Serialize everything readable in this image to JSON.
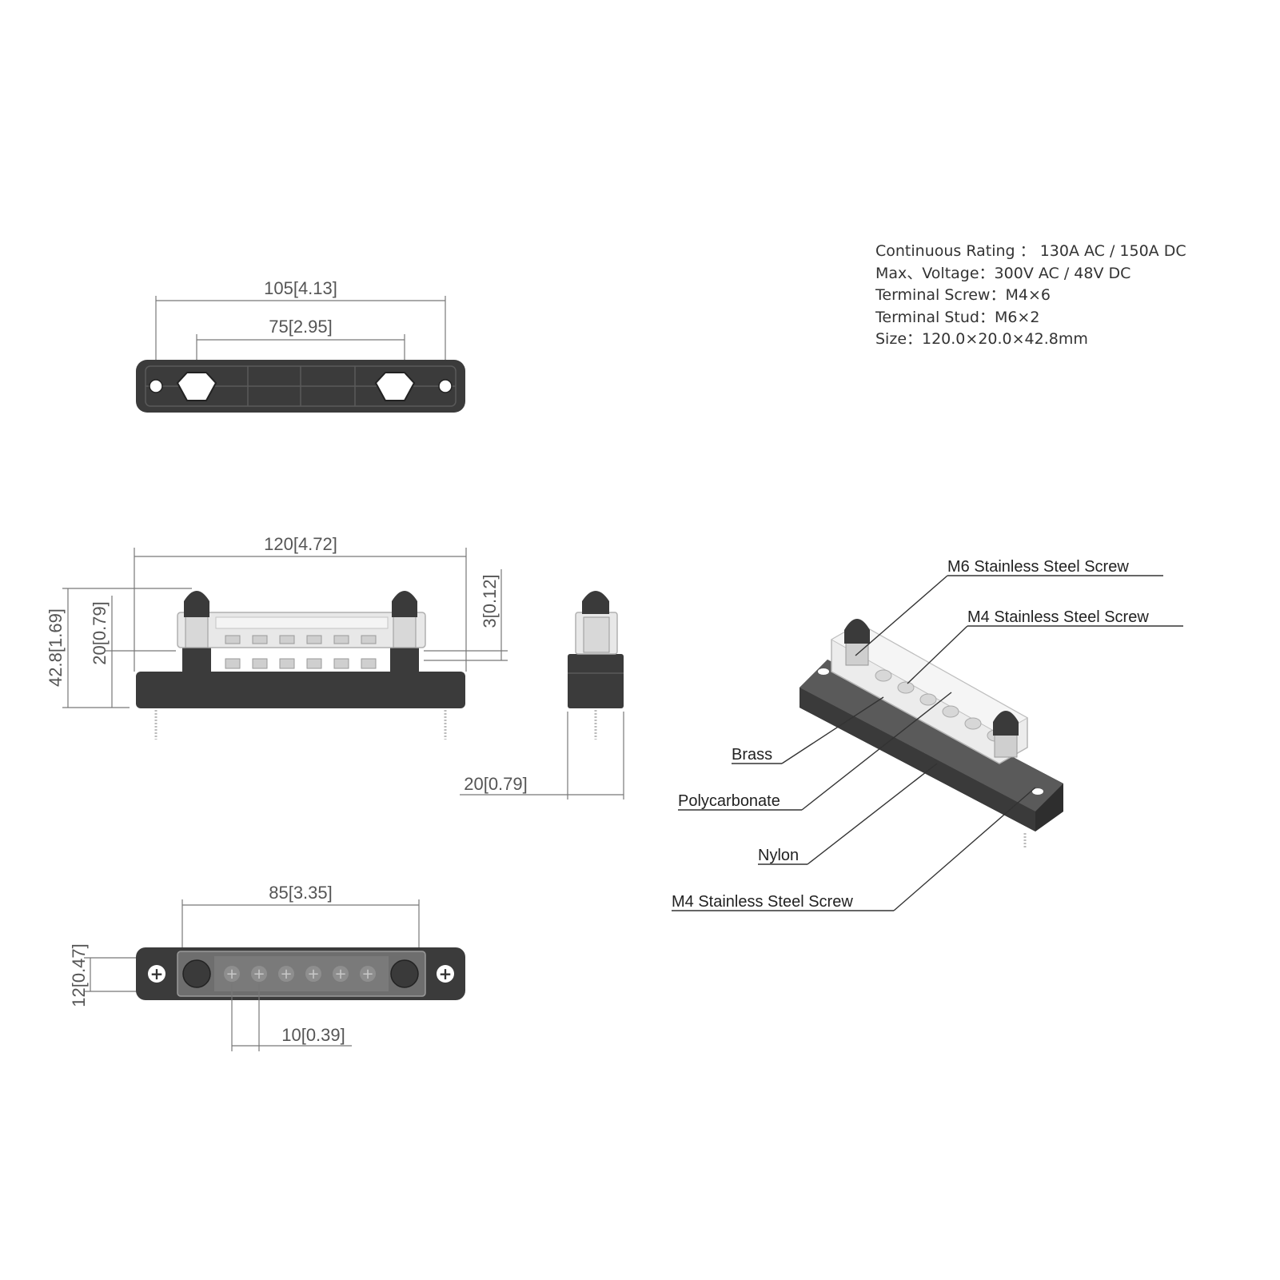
{
  "specs": [
    "Continuous Rating ： 130A AC / 150A DC",
    "Max、Voltage：300V AC / 48V DC",
    "Terminal Screw：M4×6",
    "Terminal Stud：M6×2",
    "Size：120.0×20.0×42.8mm"
  ],
  "dimensions": {
    "top_overall": "105[4.13]",
    "top_studs": "75[2.95]",
    "front_length": "120[4.72]",
    "front_height_total": "42.8[1.69]",
    "front_height_base": "20[0.79]",
    "front_offset": "3[0.12]",
    "side_width": "20[0.79]",
    "bottom_span": "85[3.35]",
    "bottom_width": "12[0.47]",
    "bottom_pitch": "10[0.39]"
  },
  "callouts": {
    "m6_screw": "M6 Stainless Steel Screw",
    "m4_screw_top": "M4 Stainless Steel Screw",
    "brass": "Brass",
    "polycarbonate": "Polycarbonate",
    "nylon": "Nylon",
    "m4_screw_bottom": "M4 Stainless Steel Screw"
  }
}
